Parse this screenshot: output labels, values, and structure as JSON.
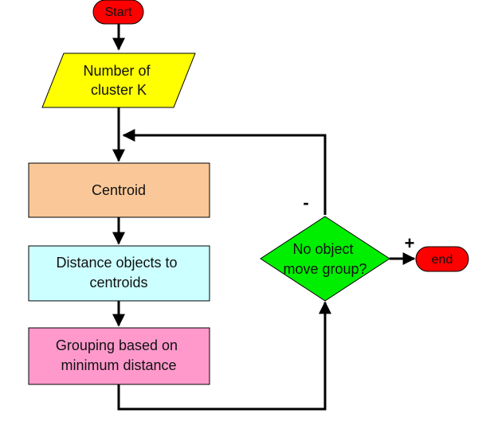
{
  "nodes": {
    "start": {
      "label": "Start",
      "fill": "#ff0000"
    },
    "input": {
      "label_lines": [
        "Number of",
        "cluster K"
      ],
      "fill": "#ffff00"
    },
    "centroid": {
      "label": "Centroid",
      "fill": "#fac898"
    },
    "distance": {
      "label_lines": [
        "Distance objects to",
        "centroids"
      ],
      "fill": "#ccffff"
    },
    "grouping": {
      "label_lines": [
        "Grouping based on",
        "minimum distance"
      ],
      "fill": "#ff99cc"
    },
    "decision": {
      "label_lines": [
        "No object",
        "move group?"
      ],
      "fill": "#00ee00"
    },
    "end": {
      "label": "end",
      "fill": "#ff0000"
    }
  },
  "edges": {
    "no_label": "-",
    "yes_label": "+"
  },
  "colors": {
    "stroke": "#000000"
  }
}
